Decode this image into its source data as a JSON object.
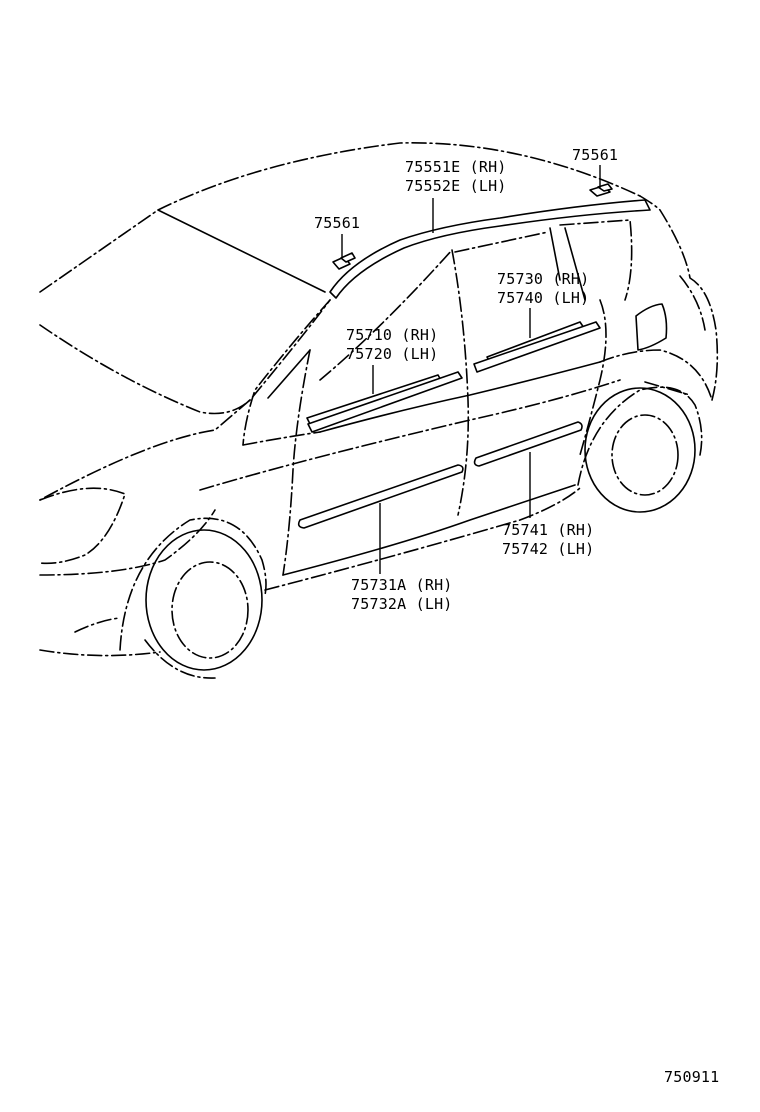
{
  "diagram_id": "750911",
  "callouts": [
    {
      "id": "roof-molding",
      "lines": [
        "75551E (RH)",
        "75552E (LH)"
      ]
    },
    {
      "id": "clip-rear",
      "lines": [
        "75561"
      ]
    },
    {
      "id": "clip-front",
      "lines": [
        "75561"
      ]
    },
    {
      "id": "rear-door-belt",
      "lines": [
        "75730 (RH)",
        "75740 (LH)"
      ]
    },
    {
      "id": "front-door-belt",
      "lines": [
        "75710 (RH)",
        "75720 (LH)"
      ]
    },
    {
      "id": "rear-door-side",
      "lines": [
        "75741 (RH)",
        "75742 (LH)"
      ]
    },
    {
      "id": "front-door-side",
      "lines": [
        "75731A (RH)",
        "75732A (LH)"
      ]
    }
  ]
}
